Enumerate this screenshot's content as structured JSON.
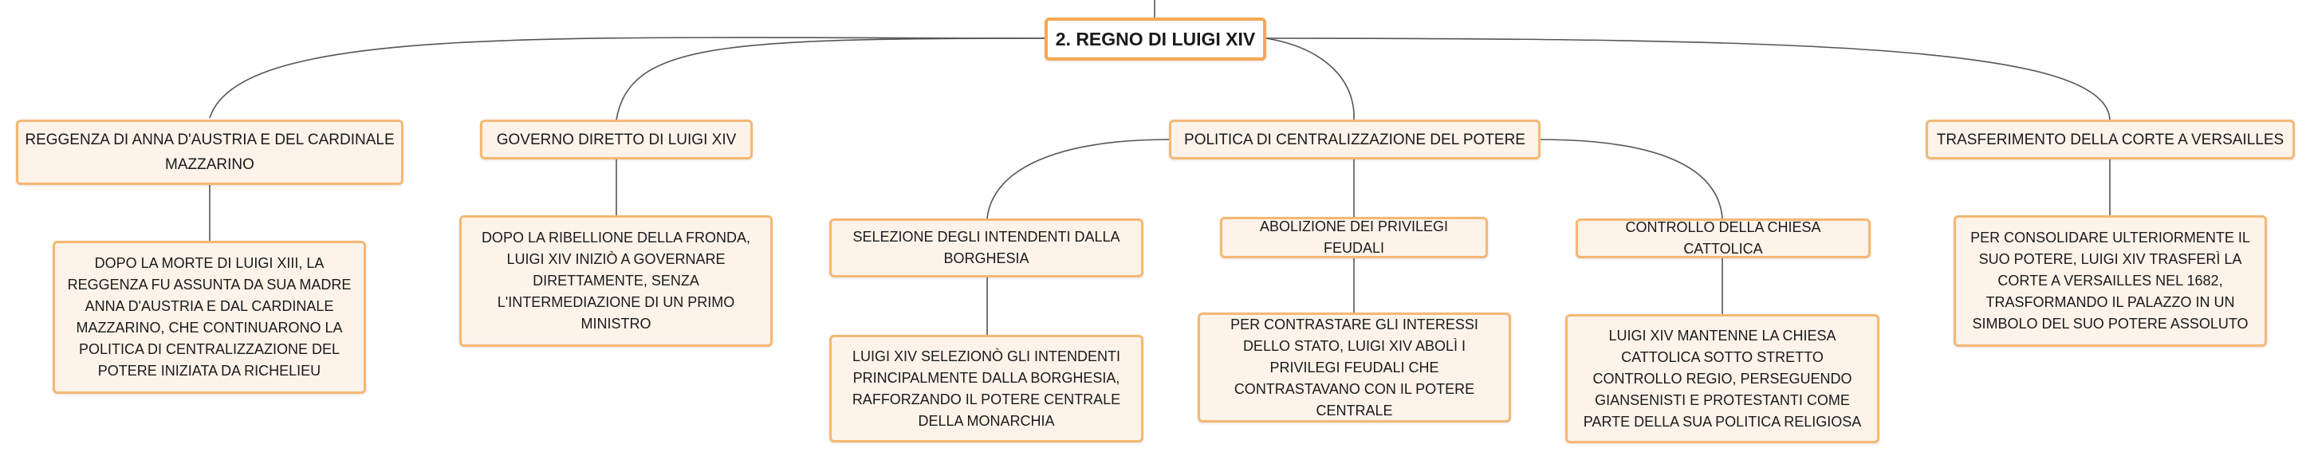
{
  "root": {
    "label": "2. REGNO DI LUIGI XIV"
  },
  "branches": [
    {
      "label": "REGGENZA DI ANNA D'AUSTRIA E DEL CARDINALE MAZZARINO",
      "detail": "DOPO LA MORTE DI LUIGI XIII, LA REGGENZA FU ASSUNTA DA SUA MADRE ANNA D'AUSTRIA E DAL CARDINALE MAZZARINO, CHE CONTINUARONO LA POLITICA DI CENTRALIZZAZIONE DEL POTERE INIZIATA DA RICHELIEU"
    },
    {
      "label": "GOVERNO DIRETTO DI LUIGI XIV",
      "detail": "DOPO LA RIBELLIONE DELLA FRONDA, LUIGI XIV INIZIÒ A GOVERNARE DIRETTAMENTE, SENZA L'INTERMEDIAZIONE DI UN PRIMO MINISTRO"
    },
    {
      "label": "POLITICA DI CENTRALIZZAZIONE DEL POTERE",
      "children": [
        {
          "label": "SELEZIONE DEGLI INTENDENTI DALLA BORGHESIA",
          "detail": "LUIGI XIV SELEZIONÒ GLI INTENDENTI PRINCIPALMENTE DALLA BORGHESIA, RAFFORZANDO IL POTERE CENTRALE DELLA MONARCHIA"
        },
        {
          "label": "ABOLIZIONE DEI PRIVILEGI FEUDALI",
          "detail": "PER CONTRASTARE GLI INTERESSI DELLO STATO, LUIGI XIV ABOLÌ I PRIVILEGI FEUDALI CHE CONTRASTAVANO CON IL POTERE CENTRALE"
        },
        {
          "label": "CONTROLLO DELLA CHIESA CATTOLICA",
          "detail": "LUIGI XIV MANTENNE LA CHIESA CATTOLICA SOTTO STRETTO CONTROLLO REGIO, PERSEGUENDO GIANSENISTI E PROTESTANTI COME PARTE DELLA SUA POLITICA RELIGIOSA"
        }
      ]
    },
    {
      "label": "TRASFERIMENTO DELLA CORTE A VERSAILLES",
      "detail": "PER CONSOLIDARE ULTERIORMENTE IL SUO POTERE, LUIGI XIV TRASFERÌ LA CORTE A VERSAILLES NEL 1682, TRASFORMANDO IL PALAZZO IN UN SIMBOLO DEL SUO POTERE ASSOLUTO"
    }
  ],
  "colors": {
    "node_fill": "#fdf3e9",
    "node_border": "#f5b874",
    "root_border": "#f5a853",
    "edge": "#555555"
  }
}
